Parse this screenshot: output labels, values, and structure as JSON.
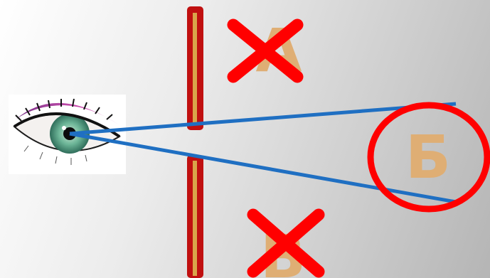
{
  "labels": {
    "a": "А",
    "b": "Б",
    "c": "В"
  },
  "colors": {
    "barrier_outer": "#c01010",
    "barrier_inner": "#d9a54a",
    "sight_line": "#1f6fc2",
    "cross": "#ff0000",
    "circle": "#ff0000",
    "letter": "#dfae74",
    "iris": "#5fa88a",
    "eyeshadow": "#a8289a"
  },
  "icons": {
    "eye": "eye-icon",
    "cross": "cross-mark-icon",
    "circle": "circle-highlight-icon"
  }
}
